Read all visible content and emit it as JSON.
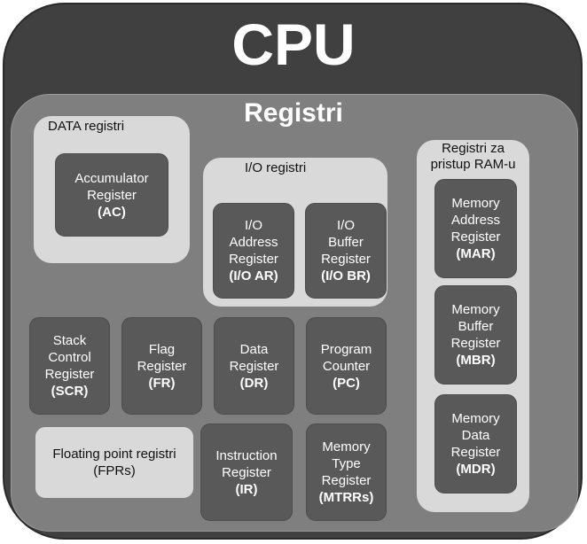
{
  "cpu": {
    "title": "CPU"
  },
  "registri": {
    "title": "Registri"
  },
  "data_group": {
    "label": "DATA registri",
    "ac": {
      "lines": [
        "Accumulator",
        "Register"
      ],
      "abbr": "(AC)"
    }
  },
  "io_group": {
    "label": "I/O registri",
    "ioar": {
      "lines": [
        "I/O",
        "Address",
        "Register"
      ],
      "abbr": "(I/O AR)"
    },
    "iobr": {
      "lines": [
        "I/O",
        "Buffer",
        "Register"
      ],
      "abbr": "(I/O BR)"
    }
  },
  "ram_group": {
    "label_lines": [
      "Registri za",
      "pristup RAM-u"
    ],
    "mar": {
      "lines": [
        "Memory",
        "Address",
        "Register"
      ],
      "abbr": "(MAR)"
    },
    "mbr": {
      "lines": [
        "Memory",
        "Buffer",
        "Register"
      ],
      "abbr": "(MBR)"
    },
    "mdr": {
      "lines": [
        "Memory",
        "Data",
        "Register"
      ],
      "abbr": "(MDR)"
    }
  },
  "scr": {
    "lines": [
      "Stack",
      "Control",
      "Register"
    ],
    "abbr": "(SCR)"
  },
  "fr": {
    "lines": [
      "Flag",
      "Register"
    ],
    "abbr": "(FR)"
  },
  "dr": {
    "lines": [
      "Data",
      "Register"
    ],
    "abbr": "(DR)"
  },
  "pc": {
    "lines": [
      "Program",
      "Counter"
    ],
    "abbr": "(PC)"
  },
  "fpr": {
    "lines": [
      "Floating point registri"
    ],
    "abbr": "(FPRs)"
  },
  "ir": {
    "lines": [
      "Instruction",
      "Register"
    ],
    "abbr": "(IR)"
  },
  "mtrr": {
    "lines": [
      "Memory",
      "Type",
      "Register"
    ],
    "abbr": "(MTRRs)"
  }
}
